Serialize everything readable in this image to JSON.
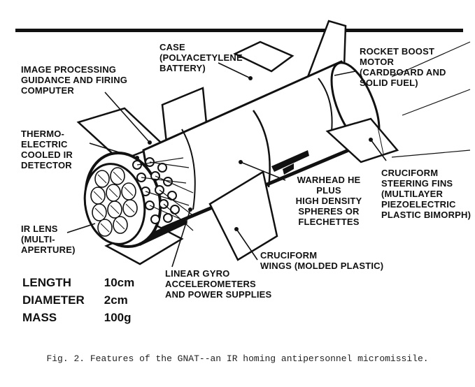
{
  "labels": {
    "case": [
      "CASE",
      "(POLYACETYLENE",
      "BATTERY)"
    ],
    "rocket": [
      "ROCKET BOOST",
      "MOTOR",
      "(CARDBOARD AND",
      "SOLID FUEL)"
    ],
    "image_processing": [
      "IMAGE PROCESSING",
      "GUIDANCE AND FIRING",
      "COMPUTER"
    ],
    "thermo": [
      "THERMO-",
      "ELECTRIC",
      "COOLED IR",
      "DETECTOR"
    ],
    "warhead": [
      "WARHEAD HE",
      "PLUS",
      "HIGH DENSITY",
      "SPHERES OR",
      "FLECHETTES"
    ],
    "steering": [
      "CRUCIFORM",
      "STEERING FINS",
      "(MULTILAYER",
      "PIEZOELECTRIC",
      "PLASTIC BIMORPH)"
    ],
    "ir_lens": [
      "IR LENS",
      "(MULTI-",
      "APERTURE)"
    ],
    "wings": [
      "CRUCIFORM",
      "WINGS (MOLDED PLASTIC)"
    ],
    "gyro": [
      "LINEAR GYRO",
      "ACCELEROMETERS",
      "AND POWER SUPPLIES"
    ]
  },
  "specs": [
    {
      "key": "LENGTH",
      "value": "10cm"
    },
    {
      "key": "DIAMETER",
      "value": "2cm"
    },
    {
      "key": "MASS",
      "value": "100g"
    }
  ],
  "caption": "Fig. 2.  Features of the GNAT--an IR homing antipersonnel micromissile."
}
